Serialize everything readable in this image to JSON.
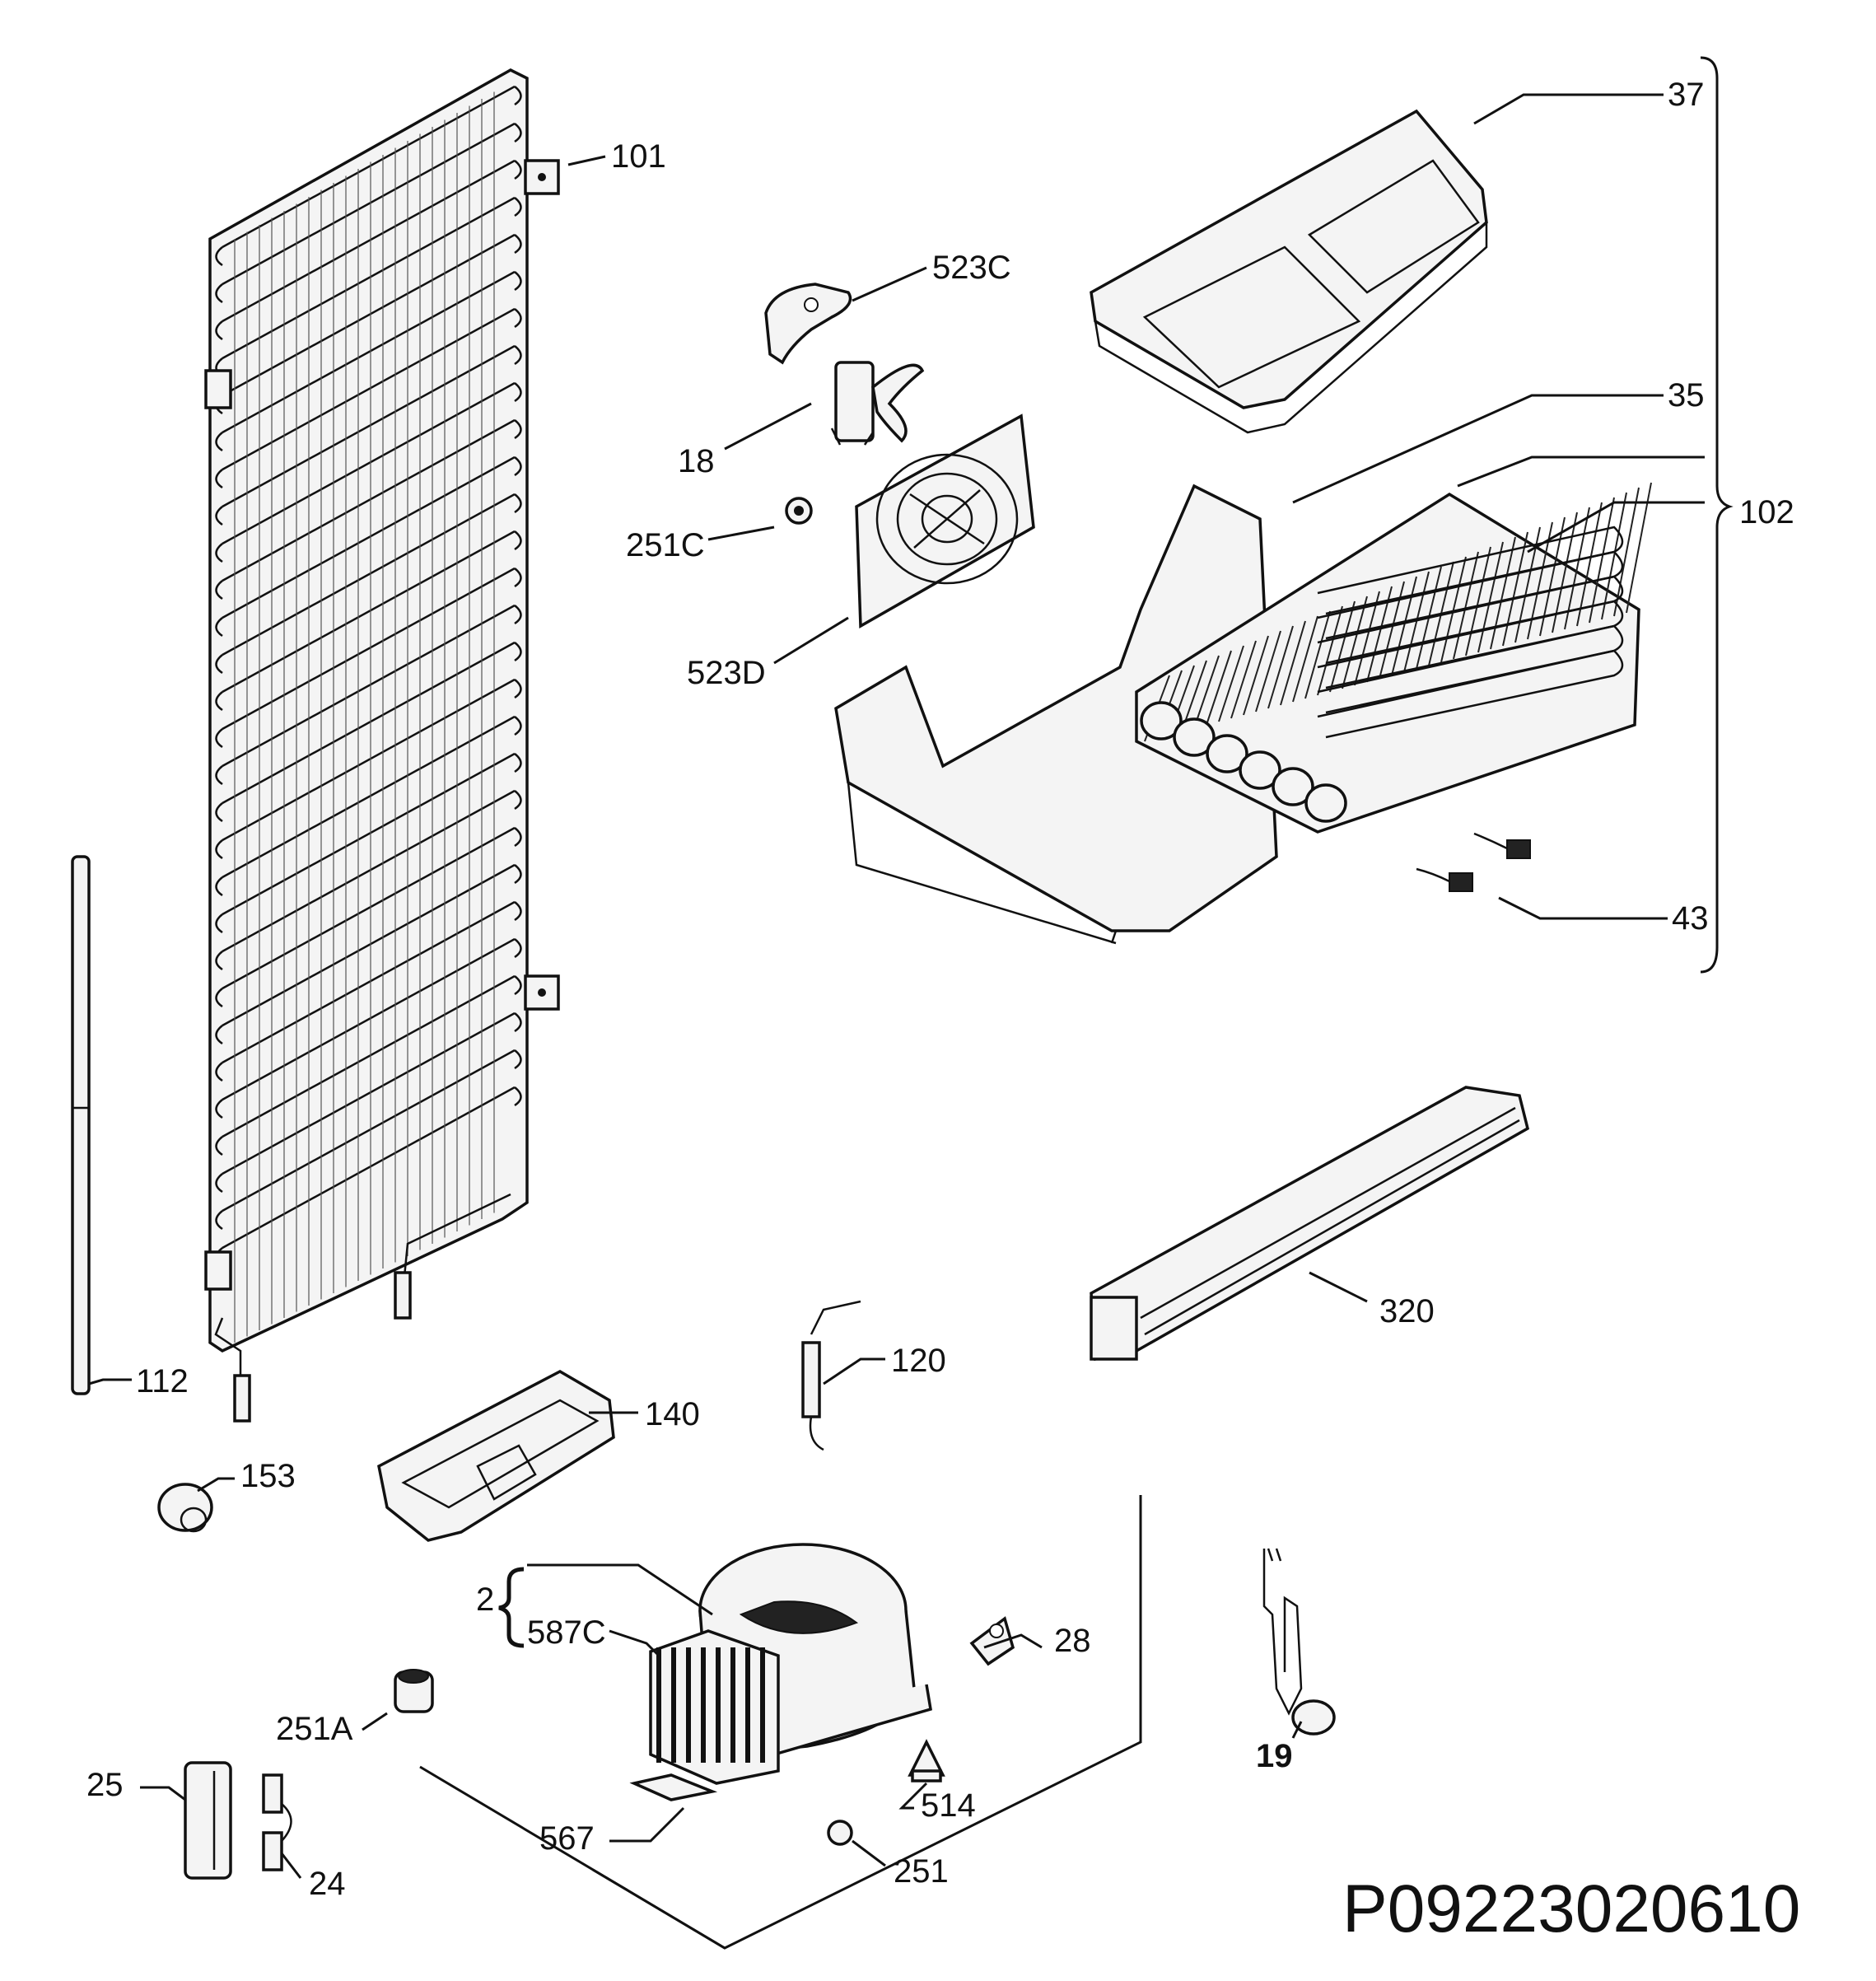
{
  "diagram": {
    "code": "P09223020610",
    "labels": {
      "l37": "37",
      "l101": "101",
      "l523c": "523C",
      "l35": "35",
      "l18": "18",
      "l102": "102",
      "l251c": "251C",
      "l523d": "523D",
      "l43": "43",
      "l320": "320",
      "l112": "112",
      "l120": "120",
      "l140": "140",
      "l153": "153",
      "l2": "2",
      "l587c": "587C",
      "l28": "28",
      "l251a": "251A",
      "l19": "19",
      "l25": "25",
      "l514": "514",
      "l567": "567",
      "l251": "251",
      "l24": "24"
    }
  }
}
